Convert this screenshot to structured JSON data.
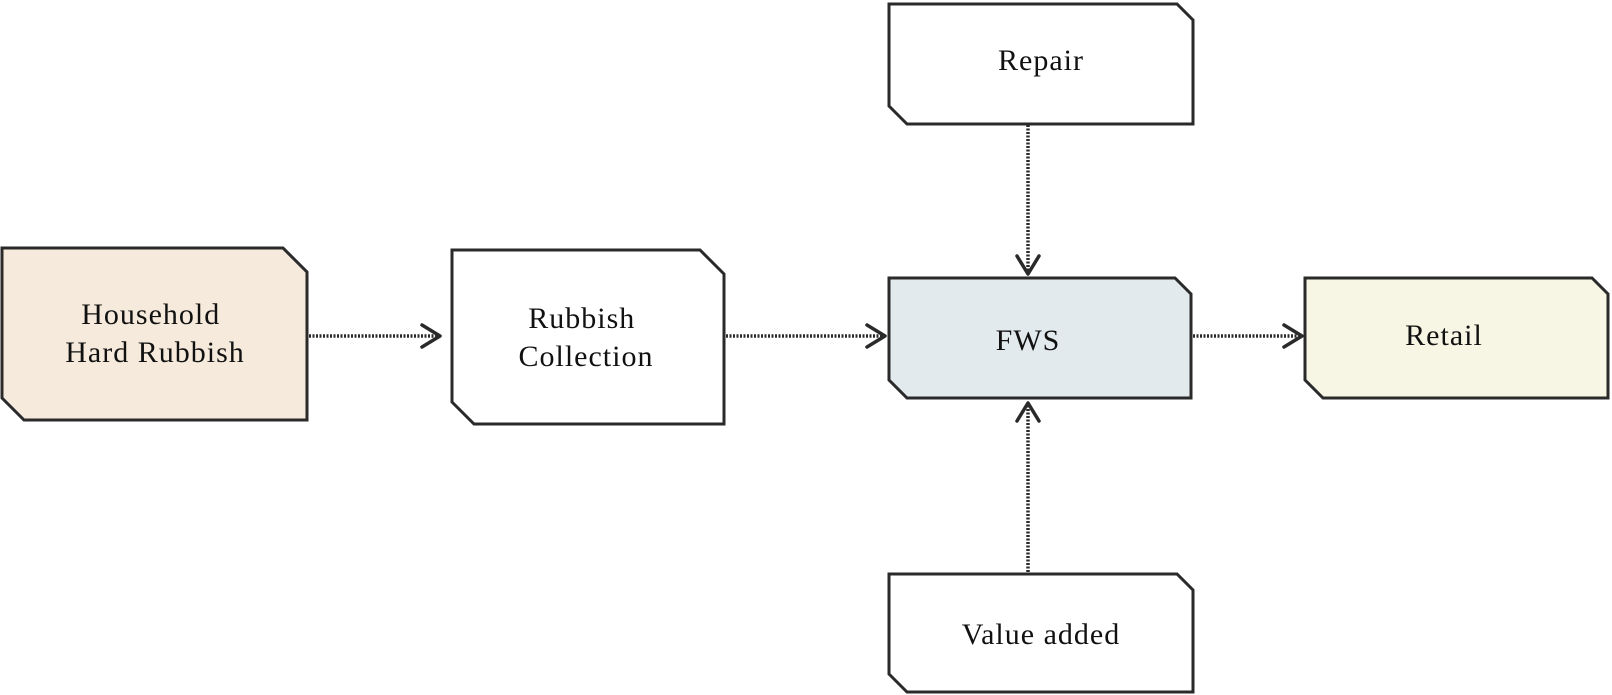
{
  "colors": {
    "household_fill": "#f5eadb",
    "rubbish_collection_fill": "#ffffff",
    "fws_fill": "#e3eaee",
    "retail_fill": "#f7f6e4",
    "repair_fill": "#ffffff",
    "value_added_fill": "#ffffff",
    "stroke": "#2a2a2a",
    "text": "#111111"
  },
  "nodes": {
    "household": {
      "lines": [
        "Household",
        "Hard Rubbish"
      ]
    },
    "rubbish_collection": {
      "lines": [
        "Rubbish",
        "Collection"
      ]
    },
    "fws": {
      "lines": [
        "FWS"
      ]
    },
    "retail": {
      "lines": [
        "Retail"
      ]
    },
    "repair": {
      "lines": [
        "Repair"
      ]
    },
    "value_added": {
      "lines": [
        "Value added"
      ]
    }
  },
  "edges": [
    {
      "from": "household",
      "to": "rubbish_collection"
    },
    {
      "from": "rubbish_collection",
      "to": "fws"
    },
    {
      "from": "fws",
      "to": "retail"
    },
    {
      "from": "repair",
      "to": "fws"
    },
    {
      "from": "value_added",
      "to": "fws"
    }
  ]
}
